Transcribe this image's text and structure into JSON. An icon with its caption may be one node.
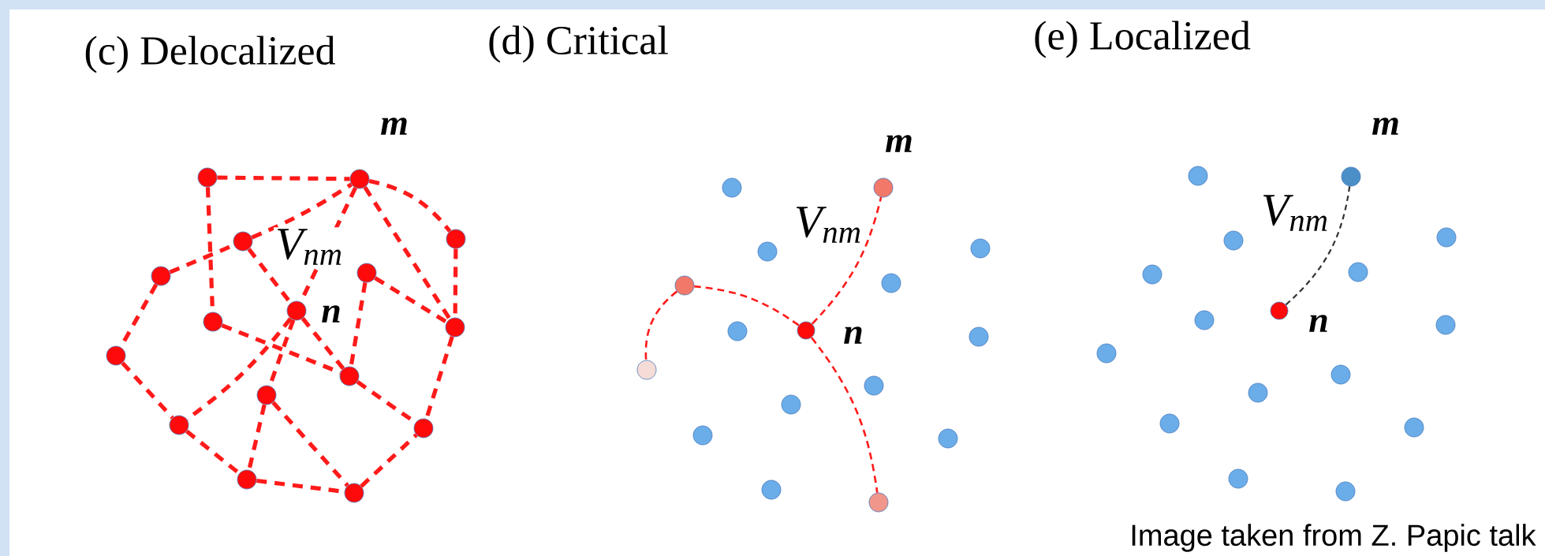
{
  "diagram": {
    "nodes": [
      {
        "text": [],
        "shape": "circle"
      },
      {
        "text": [],
        "shape": "circle",
        "beside": [
          "m"
        ]
      },
      {
        "text": [],
        "shape": "circle"
      },
      {
        "text": [],
        "shape": "circle"
      },
      {
        "text": [],
        "shape": "circle"
      },
      {
        "text": [],
        "shape": "circle"
      },
      {
        "text": [],
        "shape": "circle",
        "beside": [
          "n"
        ]
      },
      {
        "text": [],
        "shape": "circle"
      },
      {
        "text": [],
        "shape": "circle"
      },
      {
        "text": [],
        "shape": "circle"
      },
      {
        "text": [],
        "shape": "circle"
      },
      {
        "text": [],
        "shape": "circle"
      },
      {
        "text": [],
        "shape": "circle"
      },
      {
        "text": [],
        "shape": "circle"
      },
      {
        "text": [],
        "shape": "circle"
      },
      {
        "text": [],
        "shape": "circle"
      },
      {
        "text": [],
        "shape": "circle"
      },
      {
        "text": [],
        "shape": "circle",
        "beside": [
          "m"
        ]
      },
      {
        "text": [],
        "shape": "circle"
      },
      {
        "text": [],
        "shape": "circle"
      },
      {
        "text": [],
        "shape": "circle"
      },
      {
        "text": [],
        "shape": "circle"
      },
      {
        "text": [],
        "shape": "circle"
      },
      {
        "text": [],
        "shape": "circle",
        "beside": [
          "n"
        ]
      },
      {
        "text": [],
        "shape": "circle"
      },
      {
        "text": [],
        "shape": "circle"
      },
      {
        "text": [],
        "shape": "circle"
      },
      {
        "text": [],
        "shape": "circle"
      },
      {
        "text": [],
        "shape": "circle"
      },
      {
        "text": [],
        "shape": "circle"
      },
      {
        "text": [],
        "shape": "circle"
      },
      {
        "text": [],
        "shape": "circle"
      },
      {
        "text": [],
        "shape": "circle"
      },
      {
        "text": [],
        "shape": "circle",
        "beside": [
          "m"
        ]
      },
      {
        "text": [],
        "shape": "circle"
      },
      {
        "text": [],
        "shape": "circle"
      },
      {
        "text": [],
        "shape": "circle"
      },
      {
        "text": [],
        "shape": "circle"
      },
      {
        "text": [],
        "shape": "circle"
      },
      {
        "text": [],
        "shape": "circle",
        "beside": [
          "n"
        ]
      },
      {
        "text": [],
        "shape": "circle"
      },
      {
        "text": [],
        "shape": "circle"
      },
      {
        "text": [],
        "shape": "circle"
      },
      {
        "text": [],
        "shape": "circle"
      },
      {
        "text": [],
        "shape": "circle"
      },
      {
        "text": [],
        "shape": "circle"
      },
      {
        "text": [],
        "shape": "circle"
      },
      {
        "text": [],
        "shape": "circle"
      }
    ],
    "edges": [
      {
        "from": 0,
        "to": 1,
        "arrow": "none",
        "style": "dashed"
      },
      {
        "from": 0,
        "to": 7,
        "arrow": "none",
        "style": "dashed"
      },
      {
        "from": 1,
        "to": 3,
        "arrow": "none",
        "style": "dashed"
      },
      {
        "from": 4,
        "to": 2,
        "arrow": "none",
        "style": "dashed"
      },
      {
        "from": 2,
        "to": 1,
        "arrow": "none",
        "style": "dashed"
      },
      {
        "from": 2,
        "to": 6,
        "arrow": "none",
        "style": "dashed"
      },
      {
        "from": 6,
        "to": 10,
        "arrow": "none",
        "style": "dashed"
      },
      {
        "from": 1,
        "to": 6,
        "arrow": "none",
        "style": "dashed",
        "label": "V$_{nm}$"
      },
      {
        "from": 1,
        "to": 8,
        "arrow": "none",
        "style": "dashed"
      },
      {
        "from": 3,
        "to": 8,
        "arrow": "none",
        "style": "dashed"
      },
      {
        "from": 5,
        "to": 8,
        "arrow": "none",
        "style": "dashed"
      },
      {
        "from": 5,
        "to": 10,
        "arrow": "none",
        "style": "dashed"
      },
      {
        "from": 7,
        "to": 10,
        "arrow": "none",
        "style": "dashed"
      },
      {
        "from": 6,
        "to": 12,
        "arrow": "none",
        "style": "dashed"
      },
      {
        "from": 6,
        "to": 11,
        "arrow": "none",
        "style": "dashed"
      },
      {
        "from": 4,
        "to": 9,
        "arrow": "none",
        "style": "dashed"
      },
      {
        "from": 9,
        "to": 12,
        "arrow": "none",
        "style": "dashed"
      },
      {
        "from": 12,
        "to": 14,
        "arrow": "none",
        "style": "dashed"
      },
      {
        "from": 11,
        "to": 14,
        "arrow": "none",
        "style": "dashed"
      },
      {
        "from": 11,
        "to": 15,
        "arrow": "none",
        "style": "dashed"
      },
      {
        "from": 14,
        "to": 15,
        "arrow": "none",
        "style": "dashed"
      },
      {
        "from": 15,
        "to": 13,
        "arrow": "none",
        "style": "dashed"
      },
      {
        "from": 10,
        "to": 13,
        "arrow": "none",
        "style": "dashed"
      },
      {
        "from": 8,
        "to": 13,
        "arrow": "none",
        "style": "dashed"
      },
      {
        "from": 23,
        "to": 17,
        "arrow": "none",
        "style": "dashed",
        "label": "V$_{nm}$"
      },
      {
        "from": 23,
        "to": 20,
        "arrow": "none",
        "style": "dashed"
      },
      {
        "from": 20,
        "to": 25,
        "arrow": "none",
        "style": "dashed"
      },
      {
        "from": 23,
        "to": 31,
        "arrow": "none",
        "style": "dashed"
      },
      {
        "from": 39,
        "to": 33,
        "arrow": "none",
        "style": "dashed",
        "color": "#333333",
        "label": "V$_{nm}$"
      }
    ],
    "labels": [
      "(c) Delocalized",
      "(d) Critical",
      "(e) Localized",
      "Image taken from Z. Papic talk"
    ]
  }
}
